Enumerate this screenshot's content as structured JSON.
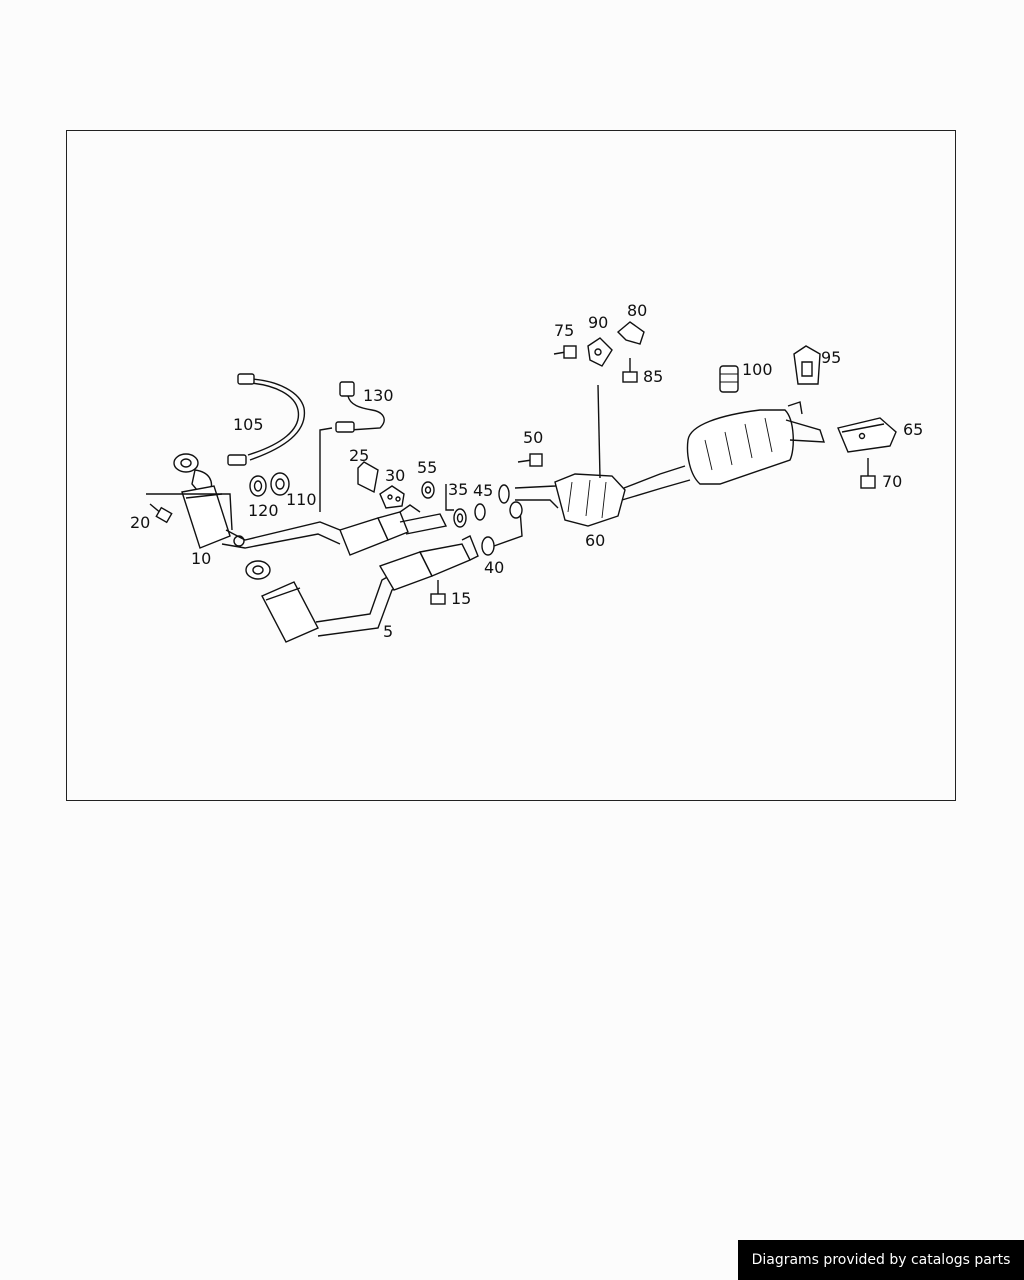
{
  "diagram": {
    "part_numbers": [
      "5",
      "10",
      "15",
      "20",
      "25",
      "30",
      "35",
      "40",
      "45",
      "50",
      "55",
      "60",
      "65",
      "70",
      "75",
      "80",
      "85",
      "90",
      "95",
      "100",
      "105",
      "110",
      "120",
      "130"
    ]
  },
  "footer": {
    "credit": "Diagrams provided by catalogs parts"
  }
}
